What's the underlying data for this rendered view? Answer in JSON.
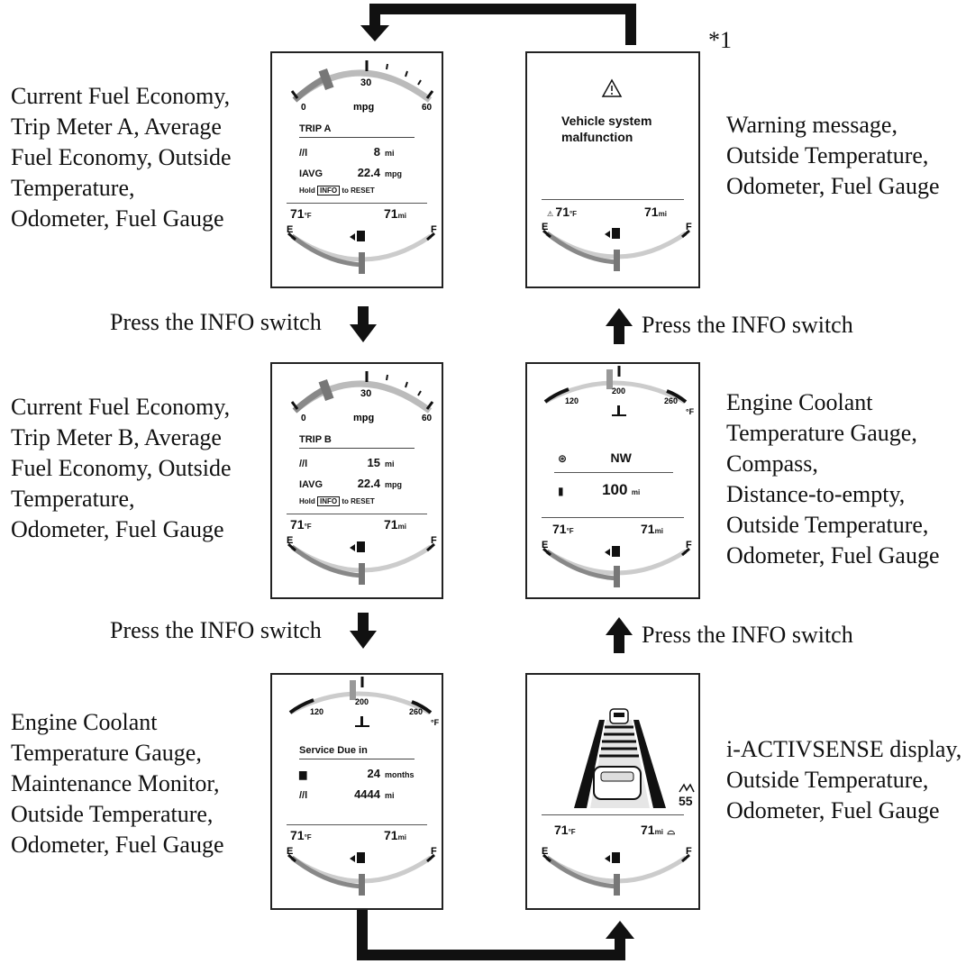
{
  "footnote": "*1",
  "steps": {
    "press_info": "Press the INFO switch"
  },
  "descriptions": {
    "trip_a": [
      "Current Fuel Economy,",
      "Trip Meter A, Average",
      "Fuel Economy, Outside",
      "Temperature,",
      "Odometer, Fuel Gauge"
    ],
    "trip_b": [
      "Current Fuel Economy,",
      "Trip Meter B, Average",
      "Fuel Economy, Outside",
      "Temperature,",
      "Odometer, Fuel Gauge"
    ],
    "maintenance": [
      "Engine Coolant",
      "Temperature Gauge,",
      "Maintenance Monitor,",
      "Outside Temperature,",
      "Odometer, Fuel Gauge"
    ],
    "warning": [
      "Warning message,",
      "Outside Temperature,",
      "Odometer, Fuel Gauge"
    ],
    "compass": [
      "Engine Coolant",
      "Temperature Gauge,",
      "Compass,",
      "Distance-to-empty,",
      "Outside Temperature,",
      "Odometer, Fuel Gauge"
    ],
    "activsense": [
      "i-ACTIVSENSE display,",
      "Outside Temperature,",
      "Odometer, Fuel Gauge"
    ]
  },
  "gauges": {
    "mpg": {
      "min": "0",
      "mid": "30",
      "max": "60",
      "unit": "mpg"
    },
    "coolant": {
      "low": "120",
      "mid": "200",
      "high": "260",
      "unit": "°F"
    },
    "fuel": {
      "empty": "E",
      "full": "F"
    }
  },
  "status": {
    "temperature": "71",
    "temperature_unit": "°F",
    "odometer": "71",
    "odometer_unit": "mi"
  },
  "trip_a": {
    "title": "TRIP A",
    "trip_key": "//l",
    "trip_value": "8",
    "trip_unit": "mi",
    "avg_key": "IAVG",
    "avg_value": "22.4",
    "avg_unit": "mpg",
    "hold_prefix": "Hold",
    "hold_button": "INFO",
    "hold_suffix": "to RESET"
  },
  "trip_b": {
    "title": "TRIP B",
    "trip_key": "//l",
    "trip_value": "15",
    "trip_unit": "mi",
    "avg_key": "IAVG",
    "avg_value": "22.4",
    "avg_unit": "mpg",
    "hold_prefix": "Hold",
    "hold_button": "INFO",
    "hold_suffix": "to RESET"
  },
  "maintenance": {
    "title": "Service Due in",
    "months_value": "24",
    "months_unit": "months",
    "distance_key": "//l",
    "distance_value": "4444",
    "distance_unit": "mi"
  },
  "warning": {
    "message_line1": "Vehicle system",
    "message_line2": "malfunction"
  },
  "compass": {
    "heading": "NW",
    "range_value": "100",
    "range_unit": "mi"
  },
  "activsense": {
    "speed_limit": "55"
  }
}
